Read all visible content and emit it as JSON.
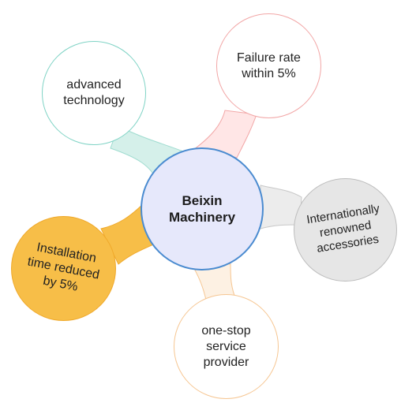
{
  "diagram": {
    "center": {
      "label": "Beixin\nMachinery"
    },
    "nodes": [
      {
        "id": "tl",
        "label": "advanced\ntechnology"
      },
      {
        "id": "tr",
        "label": "Failure rate\nwithin 5%"
      },
      {
        "id": "r",
        "label": "Internationally\nrenowned\naccessories"
      },
      {
        "id": "l",
        "label": "Installation\ntime reduced\nby 5%"
      },
      {
        "id": "b",
        "label": "one-stop\nservice\nprovider"
      }
    ]
  },
  "colors": {
    "center_fill": "#e6e8fb",
    "center_border": "#4a8bd0",
    "teal": "#7fd3c5",
    "pink": "#f2a6a6",
    "gray": "#bdbdbd",
    "orange": "#f7be48",
    "peach": "#f6c692"
  }
}
